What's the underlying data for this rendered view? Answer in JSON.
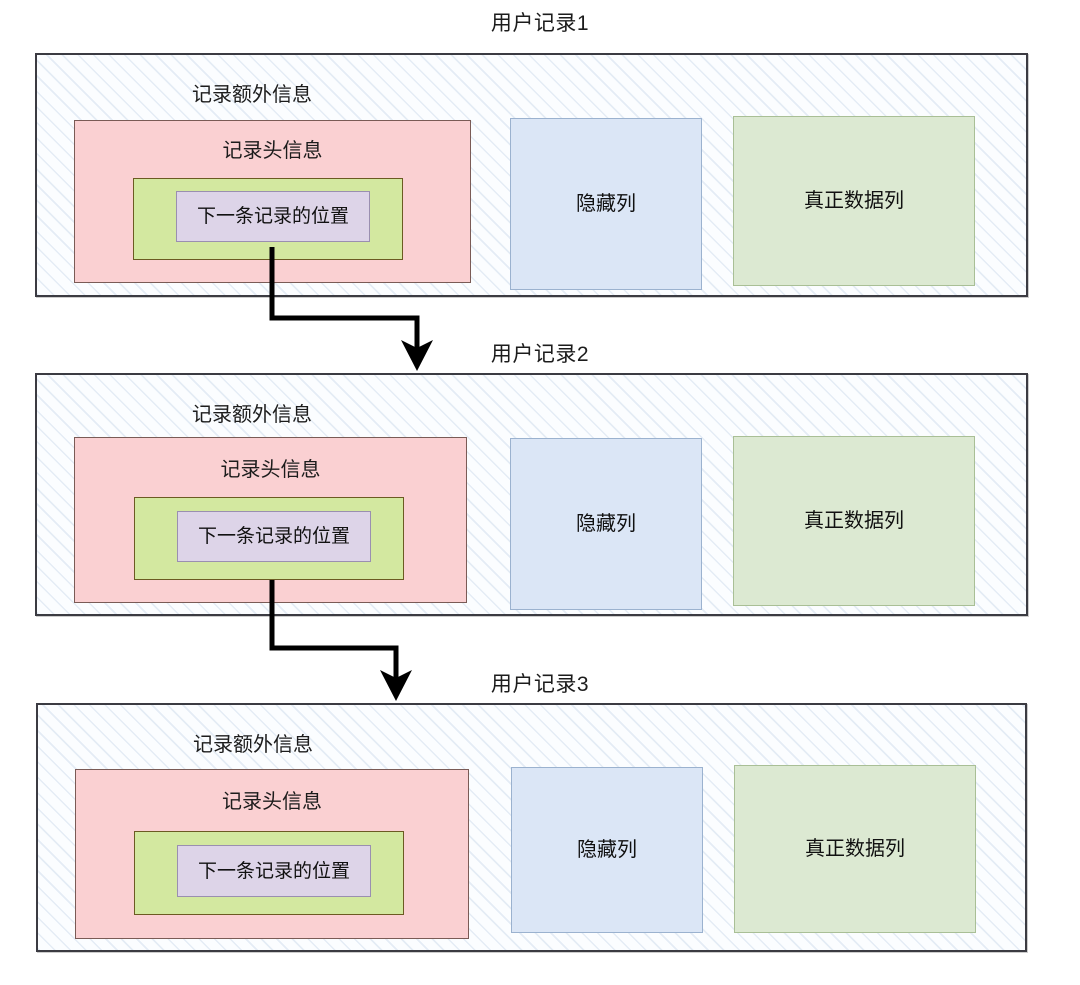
{
  "diagram": {
    "title_pattern": "用户记录",
    "labels": {
      "extra_info": "记录额外信息",
      "header_info": "记录头信息",
      "next_record_pos": "下一条记录的位置",
      "hidden_column": "隐藏列",
      "real_data_column": "真正数据列"
    },
    "colors": {
      "outer_border": "#3b3b42",
      "outer_fill": "#fbfdff",
      "hatch": "#b0c6de",
      "pink_fill": "#fad0d2",
      "pink_border": "#7a5b56",
      "green_fill": "#d3e8a0",
      "green_border": "#6b5a22",
      "purple_fill": "#ddd4e8",
      "purple_border": "#9a8fb0",
      "blue_fill": "#dbe6f6",
      "blue_border": "#9bb2cf",
      "greencol_fill": "#dce9d2",
      "greencol_border": "#a9bf96",
      "arrow": "#000000"
    },
    "records": [
      {
        "title": "用户记录1",
        "extra_info": "记录额外信息",
        "header_info": "记录头信息",
        "next_record_pos": "下一条记录的位置",
        "hidden_column": "隐藏列",
        "real_data_column": "真正数据列",
        "has_outgoing_arrow": true
      },
      {
        "title": "用户记录2",
        "extra_info": "记录额外信息",
        "header_info": "记录头信息",
        "next_record_pos": "下一条记录的位置",
        "hidden_column": "隐藏列",
        "real_data_column": "真正数据列",
        "has_outgoing_arrow": true
      },
      {
        "title": "用户记录3",
        "extra_info": "记录额外信息",
        "header_info": "记录头信息",
        "next_record_pos": "下一条记录的位置",
        "hidden_column": "隐藏列",
        "real_data_column": "真正数据列",
        "has_outgoing_arrow": false
      }
    ]
  }
}
